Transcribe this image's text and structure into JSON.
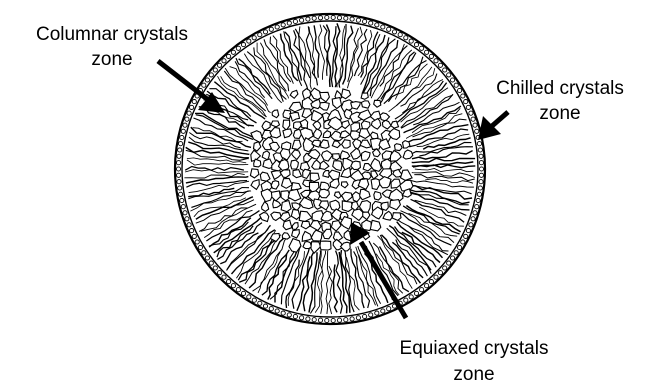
{
  "labels": {
    "columnar": {
      "line1": "Columnar crystals",
      "line2": "zone"
    },
    "chilled": {
      "line1": "Chilled crystals",
      "line2": "zone"
    },
    "equiaxed": {
      "line1": "Equiaxed crystals",
      "line2": "zone"
    }
  }
}
